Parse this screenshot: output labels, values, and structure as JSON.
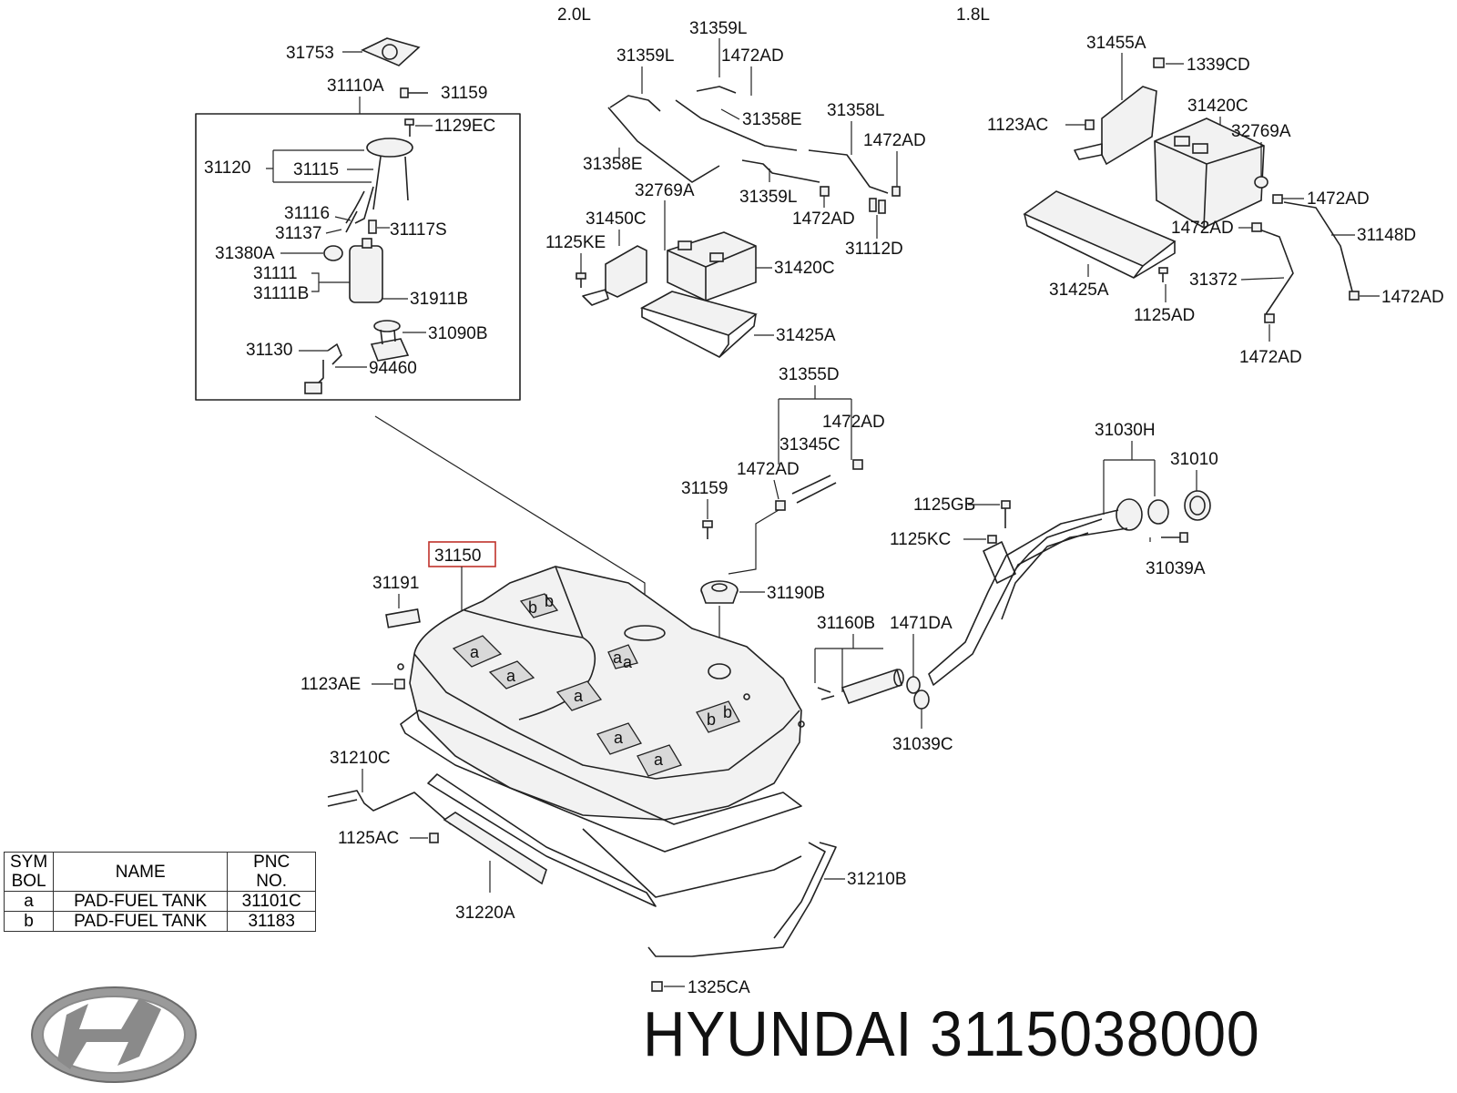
{
  "engine_labels": {
    "left": "2.0L",
    "right": "1.8L"
  },
  "highlighted_part": "31150",
  "pad_marks": {
    "a": "a",
    "b": "b"
  },
  "labels": {
    "p31753": "31753",
    "p31110A": "31110A",
    "p31159_top": "31159",
    "p1129EC": "1129EC",
    "p31120": "31120",
    "p31115": "31115",
    "p31116": "31116",
    "p31137": "31137",
    "p31117S": "31117S",
    "p31380A": "31380A",
    "p31111": "31111",
    "p31111B": "31111B",
    "p31911B": "31911B",
    "p31090B": "31090B",
    "p31130": "31130",
    "p94460": "94460",
    "p31359L_a": "31359L",
    "p31359L_b": "31359L",
    "p1472AD_a": "1472AD",
    "p31358E_a": "31358E",
    "p31358L": "31358L",
    "p1472AD_b": "1472AD",
    "p31358E_b": "31358E",
    "p32769A_a": "32769A",
    "p31359L_c": "31359L",
    "p1472AD_c": "1472AD",
    "p31450C": "31450C",
    "p1125KE": "1125KE",
    "p31112D": "31112D",
    "p31420C_a": "31420C",
    "p31425A_a": "31425A",
    "p31455A": "31455A",
    "p1339CD": "1339CD",
    "p1123AC": "1123AC",
    "p31420C_b": "31420C",
    "p32769A_b": "32769A",
    "p1472AD_d": "1472AD",
    "p1472AD_e": "1472AD",
    "p31148D": "31148D",
    "p31425A_b": "31425A",
    "p31372": "31372",
    "p1472AD_f": "1472AD",
    "p1125AD": "1125AD",
    "p1472AD_g": "1472AD",
    "p31355D": "31355D",
    "p1472AD_h": "1472AD",
    "p31345C": "31345C",
    "p1472AD_i": "1472AD",
    "p31159_mid": "31159",
    "p31190B": "31190B",
    "p31030H": "31030H",
    "p31010": "31010",
    "p1125GB": "1125GB",
    "p1125KC": "1125KC",
    "p31039A": "31039A",
    "p31150": "31150",
    "p31191": "31191",
    "p1123AE": "1123AE",
    "p31160B": "31160B",
    "p1471DA": "1471DA",
    "p31039C": "31039C",
    "p31210C": "31210C",
    "p1125AC": "1125AC",
    "p31220A": "31220A",
    "p31210B": "31210B",
    "p1325CA": "1325CA"
  },
  "legend": {
    "headers": {
      "symbol": "SYM\nBOL",
      "name": "NAME",
      "pnc": "PNC\nNO."
    },
    "rows": [
      {
        "symbol": "a",
        "name": "PAD-FUEL TANK",
        "pnc": "31101C"
      },
      {
        "symbol": "b",
        "name": "PAD-FUEL TANK",
        "pnc": "31183"
      }
    ]
  },
  "brand": {
    "text": "HYUNDAI 3115038000",
    "logo": "hyundai-logo"
  }
}
